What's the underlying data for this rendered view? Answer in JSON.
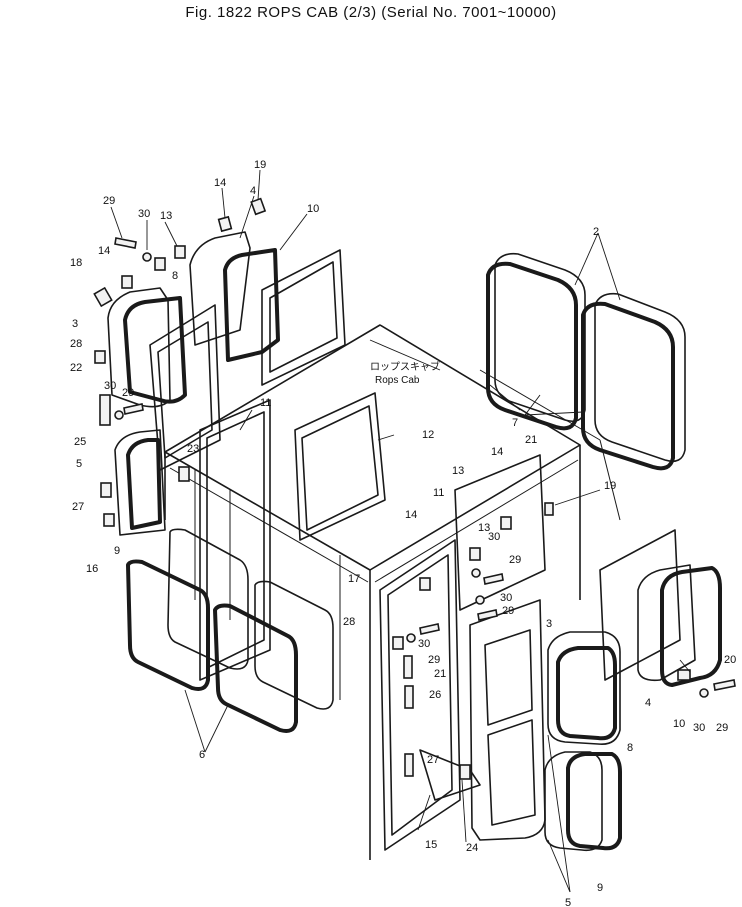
{
  "title": "Fig. 1822  ROPS CAB (2/3)  (Serial No. 7001~10000)",
  "center_label_jp": "ロップスキャブ",
  "center_label_en": "Rops Cab",
  "part_labels": [
    {
      "id": "p19a",
      "text": "19"
    },
    {
      "id": "p14a",
      "text": "14"
    },
    {
      "id": "p4a",
      "text": "4"
    },
    {
      "id": "p10a",
      "text": "10"
    },
    {
      "id": "p29a",
      "text": "29"
    },
    {
      "id": "p30a",
      "text": "30"
    },
    {
      "id": "p13a",
      "text": "13"
    },
    {
      "id": "p14b",
      "text": "14"
    },
    {
      "id": "p18",
      "text": "18"
    },
    {
      "id": "p8a",
      "text": "8"
    },
    {
      "id": "p3a",
      "text": "3"
    },
    {
      "id": "p28a",
      "text": "28"
    },
    {
      "id": "p22",
      "text": "22"
    },
    {
      "id": "p30b",
      "text": "30"
    },
    {
      "id": "p29b",
      "text": "29"
    },
    {
      "id": "p25",
      "text": "25"
    },
    {
      "id": "p5a",
      "text": "5"
    },
    {
      "id": "p23",
      "text": "23"
    },
    {
      "id": "p11a",
      "text": "11"
    },
    {
      "id": "p12",
      "text": "12"
    },
    {
      "id": "p27a",
      "text": "27"
    },
    {
      "id": "p16",
      "text": "16"
    },
    {
      "id": "p9a",
      "text": "9"
    },
    {
      "id": "p6",
      "text": "6"
    },
    {
      "id": "p2",
      "text": "2"
    },
    {
      "id": "p7",
      "text": "7"
    },
    {
      "id": "p21a",
      "text": "21"
    },
    {
      "id": "p14c",
      "text": "14"
    },
    {
      "id": "p13b",
      "text": "13"
    },
    {
      "id": "p13c",
      "text": "13"
    },
    {
      "id": "p11b",
      "text": "11"
    },
    {
      "id": "p14d",
      "text": "14"
    },
    {
      "id": "p19b",
      "text": "19"
    },
    {
      "id": "p30c",
      "text": "30"
    },
    {
      "id": "p29c",
      "text": "29"
    },
    {
      "id": "p30d",
      "text": "30"
    },
    {
      "id": "p29d",
      "text": "29"
    },
    {
      "id": "p17",
      "text": "17"
    },
    {
      "id": "p28b",
      "text": "28"
    },
    {
      "id": "p30e",
      "text": "30"
    },
    {
      "id": "p29e",
      "text": "29"
    },
    {
      "id": "p21b",
      "text": "21"
    },
    {
      "id": "p26",
      "text": "26"
    },
    {
      "id": "p27b",
      "text": "27"
    },
    {
      "id": "p3b",
      "text": "3"
    },
    {
      "id": "p20",
      "text": "20"
    },
    {
      "id": "p4b",
      "text": "4"
    },
    {
      "id": "p10b",
      "text": "10"
    },
    {
      "id": "p30f",
      "text": "30"
    },
    {
      "id": "p29f",
      "text": "29"
    },
    {
      "id": "p8b",
      "text": "8"
    },
    {
      "id": "p15",
      "text": "15"
    },
    {
      "id": "p24",
      "text": "24"
    },
    {
      "id": "p5b",
      "text": "5"
    },
    {
      "id": "p9b",
      "text": "9"
    }
  ]
}
